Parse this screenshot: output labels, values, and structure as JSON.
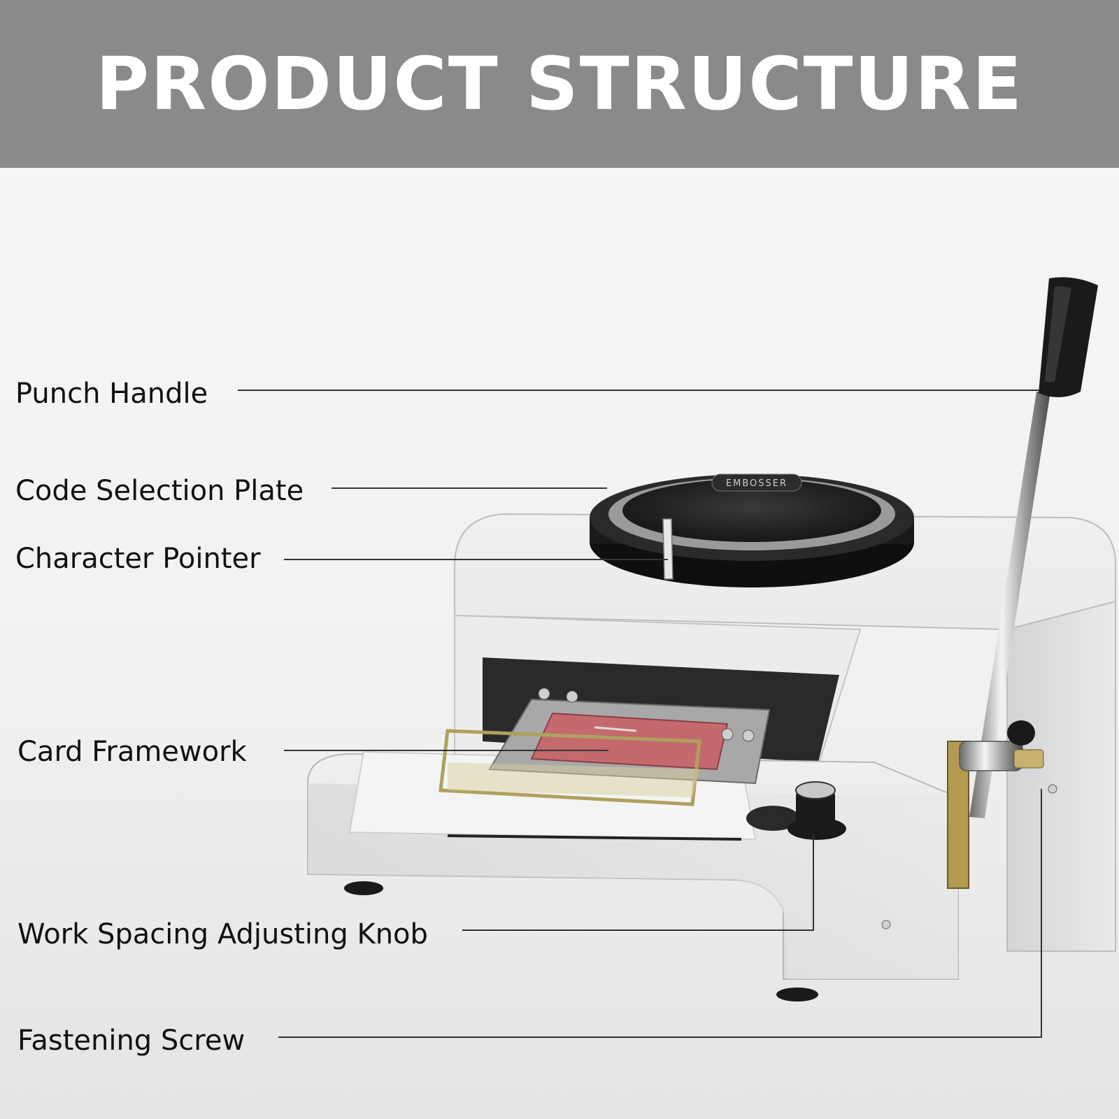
{
  "title": "PRODUCT STRUCTURE",
  "dial_text": "EMBOSSER",
  "labels": {
    "punch_handle": "Punch Handle",
    "code_selection_plate": "Code Selection Plate",
    "character_pointer": "Character Pointer",
    "card_framework": "Card Framework",
    "work_spacing_knob": "Work Spacing Adjusting Knob",
    "fastening_screw": "Fastening Screw"
  },
  "colors": {
    "banner": "#8a8a8a",
    "machine_body": "#e6e6e6",
    "dial": "#1e1e1e",
    "leader_line": "#333333"
  }
}
